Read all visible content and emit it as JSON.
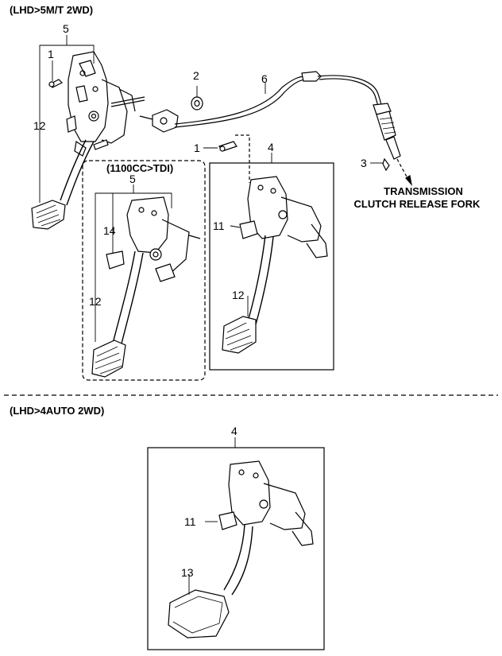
{
  "diagram": {
    "section_top_title": "(LHD>5M/T 2WD)",
    "section_bottom_title": "(LHD>4AUTO 2WD)",
    "inset_title": "(1100CC>TDI)",
    "transmission_note_line1": "TRANSMISSION",
    "transmission_note_line2": "CLUTCH RELEASE FORK",
    "callouts": {
      "top_assembly": "5",
      "top_bolt": "1",
      "top_pad": "12",
      "bushing": "2",
      "cable": "6",
      "cable_bolt": "1",
      "pin": "3",
      "inset_assembly": "5",
      "inset_switch": "14",
      "inset_pad": "12",
      "mid_assembly": "4",
      "mid_switch": "11",
      "mid_pad": "12",
      "auto_assembly": "4",
      "auto_switch": "11",
      "auto_pad": "13"
    }
  }
}
